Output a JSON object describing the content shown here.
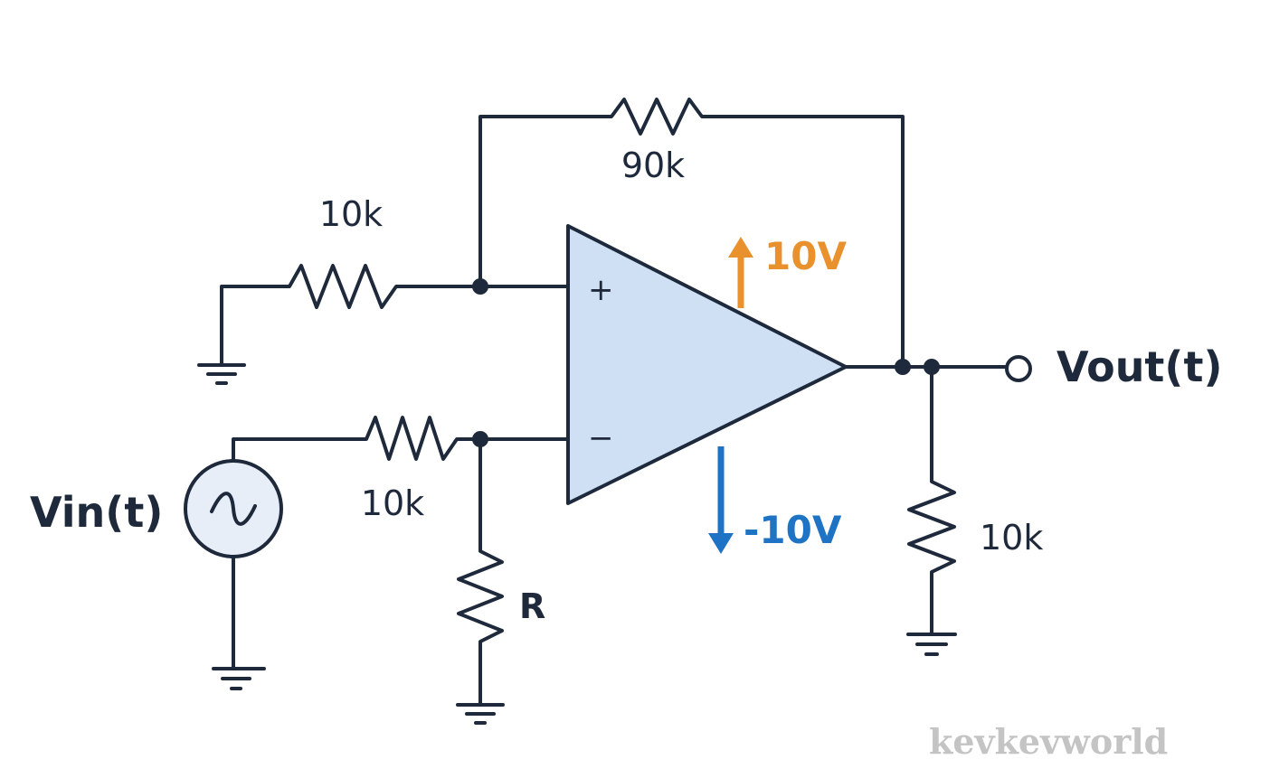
{
  "diagram": {
    "feedback_resistor": "90k",
    "noninverting_resistor": "10k",
    "input_resistor": "10k",
    "shunt_resistor": "R",
    "load_resistor": "10k",
    "input_label": "Vin(t)",
    "output_label": "Vout(t)",
    "plus_sign": "+",
    "minus_sign": "−",
    "positive_rail": "10V",
    "negative_rail": "-10V",
    "colors": {
      "positive_rail": "#e8912d",
      "negative_rail": "#1f73c4",
      "opamp_fill": "#cfe0f5",
      "wire": "#1e2a3b"
    },
    "watermark": "kevkevworld"
  }
}
